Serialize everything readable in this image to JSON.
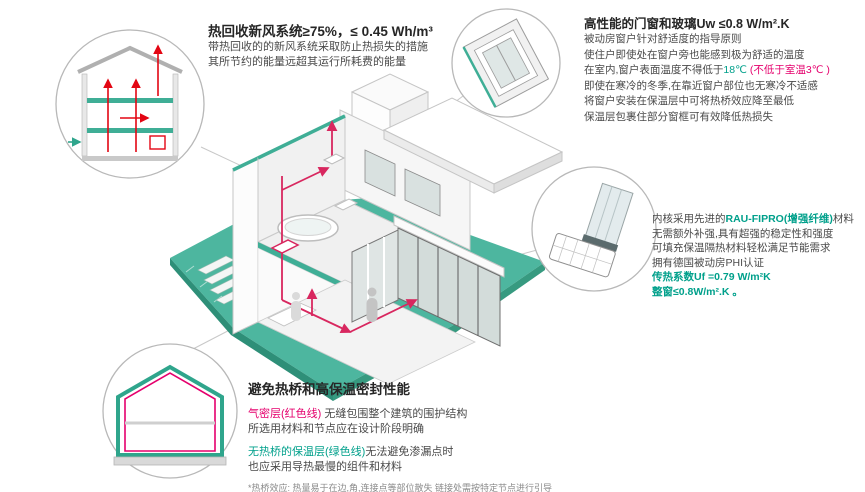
{
  "colors": {
    "accent_teal": "#2FA58C",
    "ground_teal": "#4DB69F",
    "duct_red": "#D8275F",
    "arrow_red": "#E30613",
    "highlight_magenta": "#E5006D",
    "highlight_green": "#00A08B"
  },
  "heat_recovery": {
    "title": "热回收新风系统≥75%，≤ 0.45 Wh/m³",
    "line1": "带热回收的的新风系统采取防止热损失的措施",
    "line2": "其所节约的能量远超其运行所耗费的能量"
  },
  "windows": {
    "title": "高性能的门窗和玻璃Uw ≤0.8 W/m².K",
    "line1": "被动房窗户针对舒适度的指导原则",
    "line2": "使住户即使处在窗户旁也能感到极为舒适的温度",
    "line3_pre": "在室内,窗户表面温度不得低于",
    "line3_temp": "18℃",
    "line3_note": " (不低于室温3℃ )",
    "line4": "即使在寒冷的冬季,在靠近窗户部位也无寒冷不适感",
    "line5": "将窗户安装在保温层中可将热桥效应降至最低",
    "line6": "保温层包裹住部分窗框可有效降低热损失"
  },
  "frame_profile": {
    "line1_pre": "内核采用先进的",
    "line1_highlight": "RAU-FIPRO(增强纤维)",
    "line1_post": "材料",
    "line2": "无需额外补强,具有超强的稳定性和强度",
    "line3": "可填充保温隔热材料轻松满足节能需求",
    "line4": "拥有德国被动房PHI认证",
    "line5": "传热系数Uf =0.79 W/m²K",
    "line6": "整窗≤0.8W/m².K 。"
  },
  "thermal_bridge": {
    "title": "避免热桥和高保温密封性能",
    "airtight_label": "气密层(红色线)",
    "airtight_rest": " 无缝包围整个建筑的围护结构",
    "line2": "所选用材料和节点应在设计阶段明确",
    "insulation_label": "无热桥的保温层(绿色线)",
    "insulation_rest": "无法避免渗漏点时",
    "line4": "也应采用导热最慢的组件和材料",
    "footnote": "*热桥效应: 热量易于在边,角,连接点等部位散失 链接处需按特定节点进行引导"
  }
}
